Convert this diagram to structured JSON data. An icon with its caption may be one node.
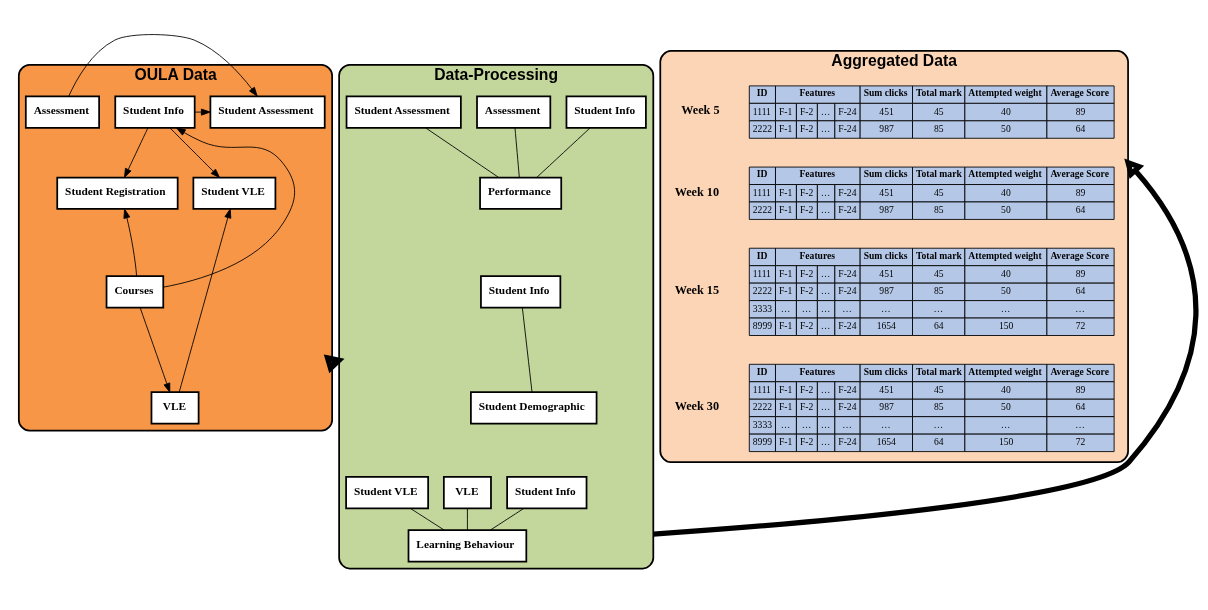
{
  "diagram": {
    "nodes": [
      {
        "text": [
          "OULA Data"
        ]
      },
      {
        "text": [
          "Student Info"
        ],
        "in": 0
      },
      {
        "text": [
          "Student Assessment"
        ],
        "in": 0
      },
      {
        "text": [
          "Assessment"
        ],
        "in": 0
      },
      {
        "text": [
          "Student VLE"
        ],
        "in": 0
      },
      {
        "text": [
          "Student Registration"
        ],
        "in": 0
      },
      {
        "text": [
          "Courses"
        ],
        "in": 0
      },
      {
        "text": [
          "VLE"
        ],
        "in": 0
      },
      {
        "text": [
          "Data-Processing"
        ]
      },
      {
        "text": [
          "Student Info"
        ],
        "in": 8
      },
      {
        "text": [
          "Assessment"
        ],
        "in": 8
      },
      {
        "text": [
          "Student Assessment"
        ],
        "in": 8
      },
      {
        "text": [
          "Performance"
        ],
        "in": 8
      },
      {
        "text": [
          "Student Info"
        ],
        "in": 8
      },
      {
        "text": [
          "Student Demographic"
        ],
        "in": 8
      },
      {
        "text": [
          "Student Info"
        ],
        "in": 8
      },
      {
        "text": [
          "VLE"
        ],
        "in": 8
      },
      {
        "text": [
          "Student VLE"
        ],
        "in": 8
      },
      {
        "text": [
          "Learning Behaviour"
        ],
        "in": 8
      },
      {
        "text": [
          "Aggregated Data"
        ]
      }
    ],
    "edges": [
      {
        "from": 1,
        "to": 2,
        "arrow": "to"
      },
      {
        "from": 3,
        "to": 2,
        "arrow": "to"
      },
      {
        "from": 1,
        "to": 4,
        "arrow": "to"
      },
      {
        "from": 1,
        "to": 5,
        "arrow": "to"
      },
      {
        "from": 6,
        "to": 5,
        "arrow": "to"
      },
      {
        "from": 7,
        "to": 4,
        "arrow": "to"
      },
      {
        "from": 6,
        "to": 7,
        "arrow": "to"
      },
      {
        "from": 6,
        "to": 1,
        "arrow": "to"
      },
      {
        "from": 9,
        "to": 12,
        "arrow": "none"
      },
      {
        "from": 10,
        "to": 12,
        "arrow": "none"
      },
      {
        "from": 11,
        "to": 12,
        "arrow": "none"
      },
      {
        "from": 13,
        "to": 14,
        "arrow": "none"
      },
      {
        "from": 15,
        "to": 18,
        "arrow": "none"
      },
      {
        "from": 16,
        "to": 18,
        "arrow": "none"
      },
      {
        "from": 17,
        "to": 18,
        "arrow": "none"
      },
      {
        "from": 0,
        "to": 8,
        "arrow": "to",
        "style": "thick"
      },
      {
        "from": 8,
        "to": 19,
        "arrow": "to",
        "style": "thick"
      }
    ],
    "labels": [
      "Week 5",
      "ID",
      "Features",
      "Sum clicks",
      "Total mark",
      "Attempted weight",
      "Average Score",
      "1111",
      "F-1",
      "F-2",
      "…",
      "F-24",
      "451",
      "45",
      "40",
      "89",
      "2222",
      "F-1",
      "F-2",
      "…",
      "F-24",
      "987",
      "85",
      "50",
      "64",
      "Week 10",
      "ID",
      "Features",
      "Sum clicks",
      "Total mark",
      "Attempted weight",
      "Average Score",
      "1111",
      "F-1",
      "F-2",
      "…",
      "F-24",
      "451",
      "45",
      "40",
      "89",
      "2222",
      "F-1",
      "F-2",
      "…",
      "F-24",
      "987",
      "85",
      "50",
      "64",
      "Week 15",
      "ID",
      "Features",
      "Sum clicks",
      "Total mark",
      "Attempted weight",
      "Average Score",
      "1111",
      "F-1",
      "F-2",
      "…",
      "F-24",
      "451",
      "45",
      "40",
      "89",
      "2222",
      "F-1",
      "F-2",
      "…",
      "F-24",
      "987",
      "85",
      "50",
      "64",
      "3333",
      "…",
      "…",
      "…",
      "…",
      "…",
      "…",
      "…",
      "…",
      "8999",
      "F-1",
      "F-2",
      "…",
      "F-24",
      "1654",
      "64",
      "150",
      "72",
      "Week 30",
      "ID",
      "Features",
      "Sum clicks",
      "Total mark",
      "Attempted weight",
      "Average Score",
      "1111",
      "F-1",
      "F-2",
      "…",
      "F-24",
      "451",
      "45",
      "40",
      "89",
      "2222",
      "F-1",
      "F-2",
      "…",
      "F-24",
      "987",
      "85",
      "50",
      "64",
      "3333",
      "…",
      "…",
      "…",
      "…",
      "…",
      "…",
      "…",
      "…",
      "8999",
      "F-1",
      "F-2",
      "…",
      "F-24",
      "1654",
      "64",
      "150",
      "72"
    ]
  }
}
